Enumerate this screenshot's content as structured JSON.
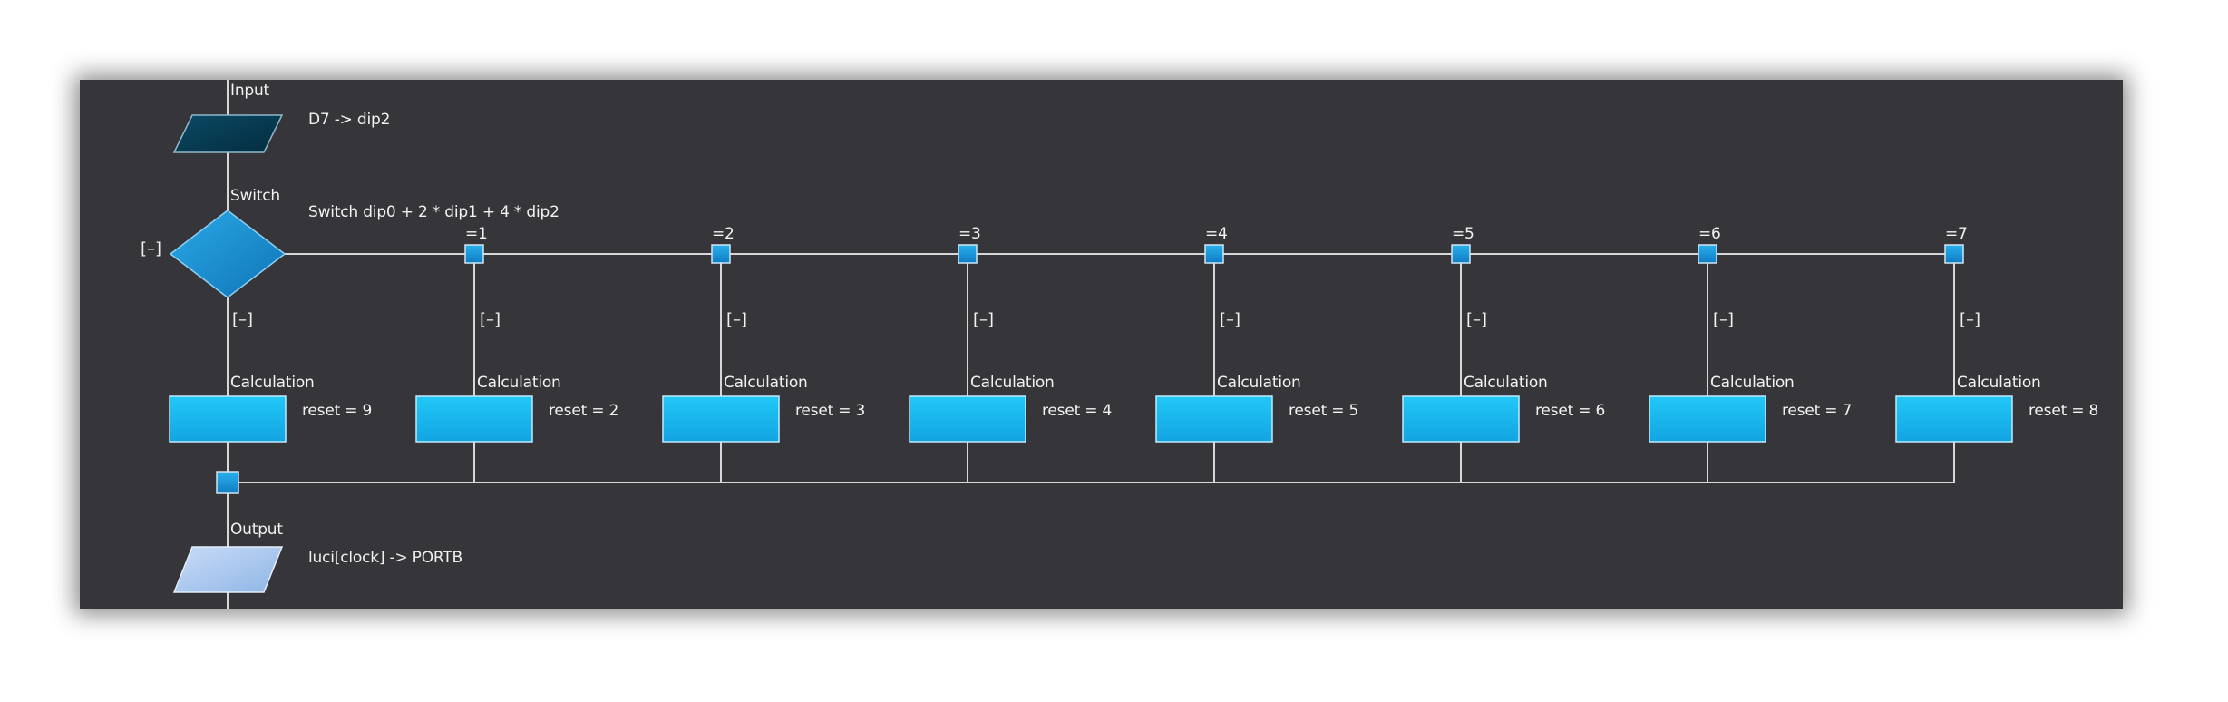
{
  "colors": {
    "background": "#363539",
    "line": "#d7d7d7",
    "text": "#f2f2f2",
    "input_fill": "#053a50",
    "output_fill": "#a9c9ef",
    "decision_fill": "#1a8fd0",
    "calc_fill": "#1bbaf0",
    "node_fill": "#1a8fd0"
  },
  "input": {
    "type_label": "Input",
    "text": "D7 -> dip2"
  },
  "switch": {
    "type_label": "Switch",
    "text": "Switch dip0 + 2 * dip1 + 4 * dip2",
    "collapse_left": "[–]",
    "collapse_below": "[–]"
  },
  "branches": [
    {
      "case_label": "",
      "collapse": "",
      "type_label": "Calculation",
      "text": "reset = 9"
    },
    {
      "case_label": "=1",
      "collapse": "[–]",
      "type_label": "Calculation",
      "text": "reset = 2"
    },
    {
      "case_label": "=2",
      "collapse": "[–]",
      "type_label": "Calculation",
      "text": "reset = 3"
    },
    {
      "case_label": "=3",
      "collapse": "[–]",
      "type_label": "Calculation",
      "text": "reset = 4"
    },
    {
      "case_label": "=4",
      "collapse": "[–]",
      "type_label": "Calculation",
      "text": "reset = 5"
    },
    {
      "case_label": "=5",
      "collapse": "[–]",
      "type_label": "Calculation",
      "text": "reset = 6"
    },
    {
      "case_label": "=6",
      "collapse": "[–]",
      "type_label": "Calculation",
      "text": "reset = 7"
    },
    {
      "case_label": "=7",
      "collapse": "[–]",
      "type_label": "Calculation",
      "text": "reset = 8"
    }
  ],
  "output": {
    "type_label": "Output",
    "text": "luci[clock] -> PORTB"
  }
}
